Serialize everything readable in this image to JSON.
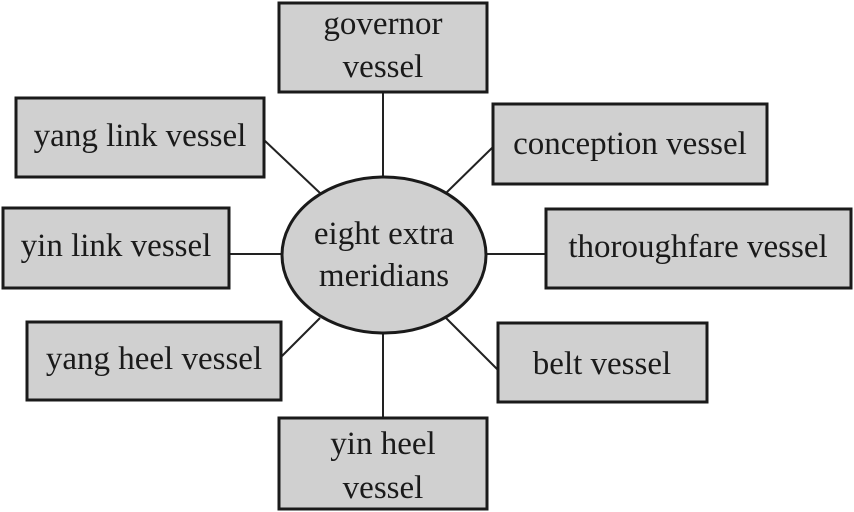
{
  "center": {
    "line1": "eight extra",
    "line2": "meridians"
  },
  "nodes": {
    "governor": {
      "line1": "governor",
      "line2": "vessel"
    },
    "conception": {
      "label": "conception vessel"
    },
    "thoroughfare": {
      "label": "thoroughfare vessel"
    },
    "belt": {
      "label": "belt vessel"
    },
    "yin_heel": {
      "line1": "yin heel",
      "line2": "vessel"
    },
    "yang_heel": {
      "label": "yang heel vessel"
    },
    "yin_link": {
      "label": "yin link vessel"
    },
    "yang_link": {
      "label": "yang link vessel"
    }
  },
  "colors": {
    "fill": "#d0d0d0",
    "stroke": "#1a1a1a"
  }
}
